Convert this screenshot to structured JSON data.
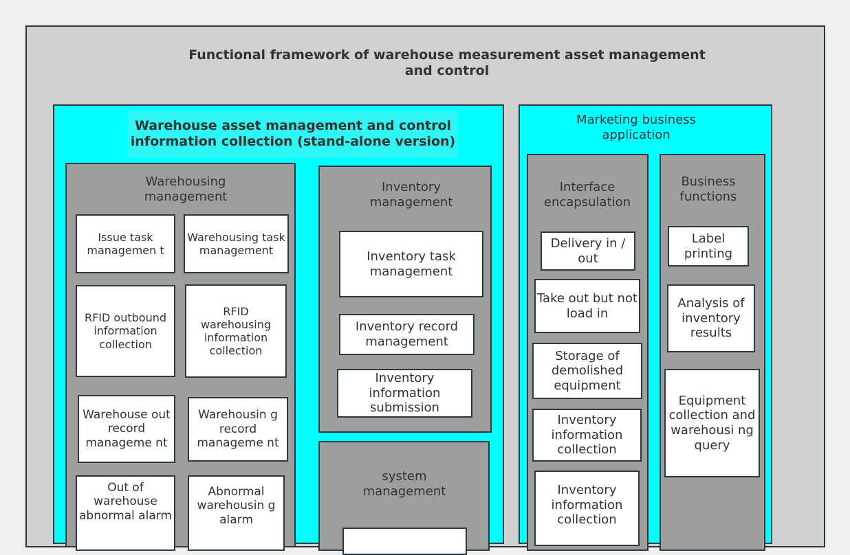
{
  "title": "Functional framework of warehouse measurement asset management and control",
  "standalone": {
    "label": "Warehouse asset management and control information collection (stand-alone version)",
    "warehousing": {
      "label": "Warehousing management",
      "items": [
        "Issue task managemen t",
        "Warehousing task management",
        "RFID outbound information collection",
        "RFID warehousing information collection",
        "Warehouse out record manageme nt",
        "Warehousin g record manageme nt",
        "Out of warehouse abnormal alarm",
        "Abnormal warehousin g alarm"
      ]
    },
    "inventory": {
      "label": "Inventory management",
      "items": [
        "Inventory task management",
        "Inventory record management",
        "Inventory information submission"
      ]
    },
    "system": {
      "label": "system management",
      "items": [
        ""
      ]
    }
  },
  "marketing": {
    "label": "Marketing business application",
    "interface": {
      "label": "Interface encapsulation",
      "items": [
        "Delivery in / out",
        "Take out but not load in",
        "Storage of demolished equipment",
        "Inventory information collection",
        "Inventory information collection"
      ]
    },
    "business": {
      "label": "Business functions",
      "items": [
        "Label printing",
        "Analysis of inventory results",
        "Equipment collection and warehousi ng query"
      ]
    }
  },
  "colors": {
    "background": "#f0f0f0",
    "outer": "#d0d0d0",
    "cyan": "#00ffff",
    "gray": "#9e9e9e",
    "border": "#2b3a40"
  }
}
